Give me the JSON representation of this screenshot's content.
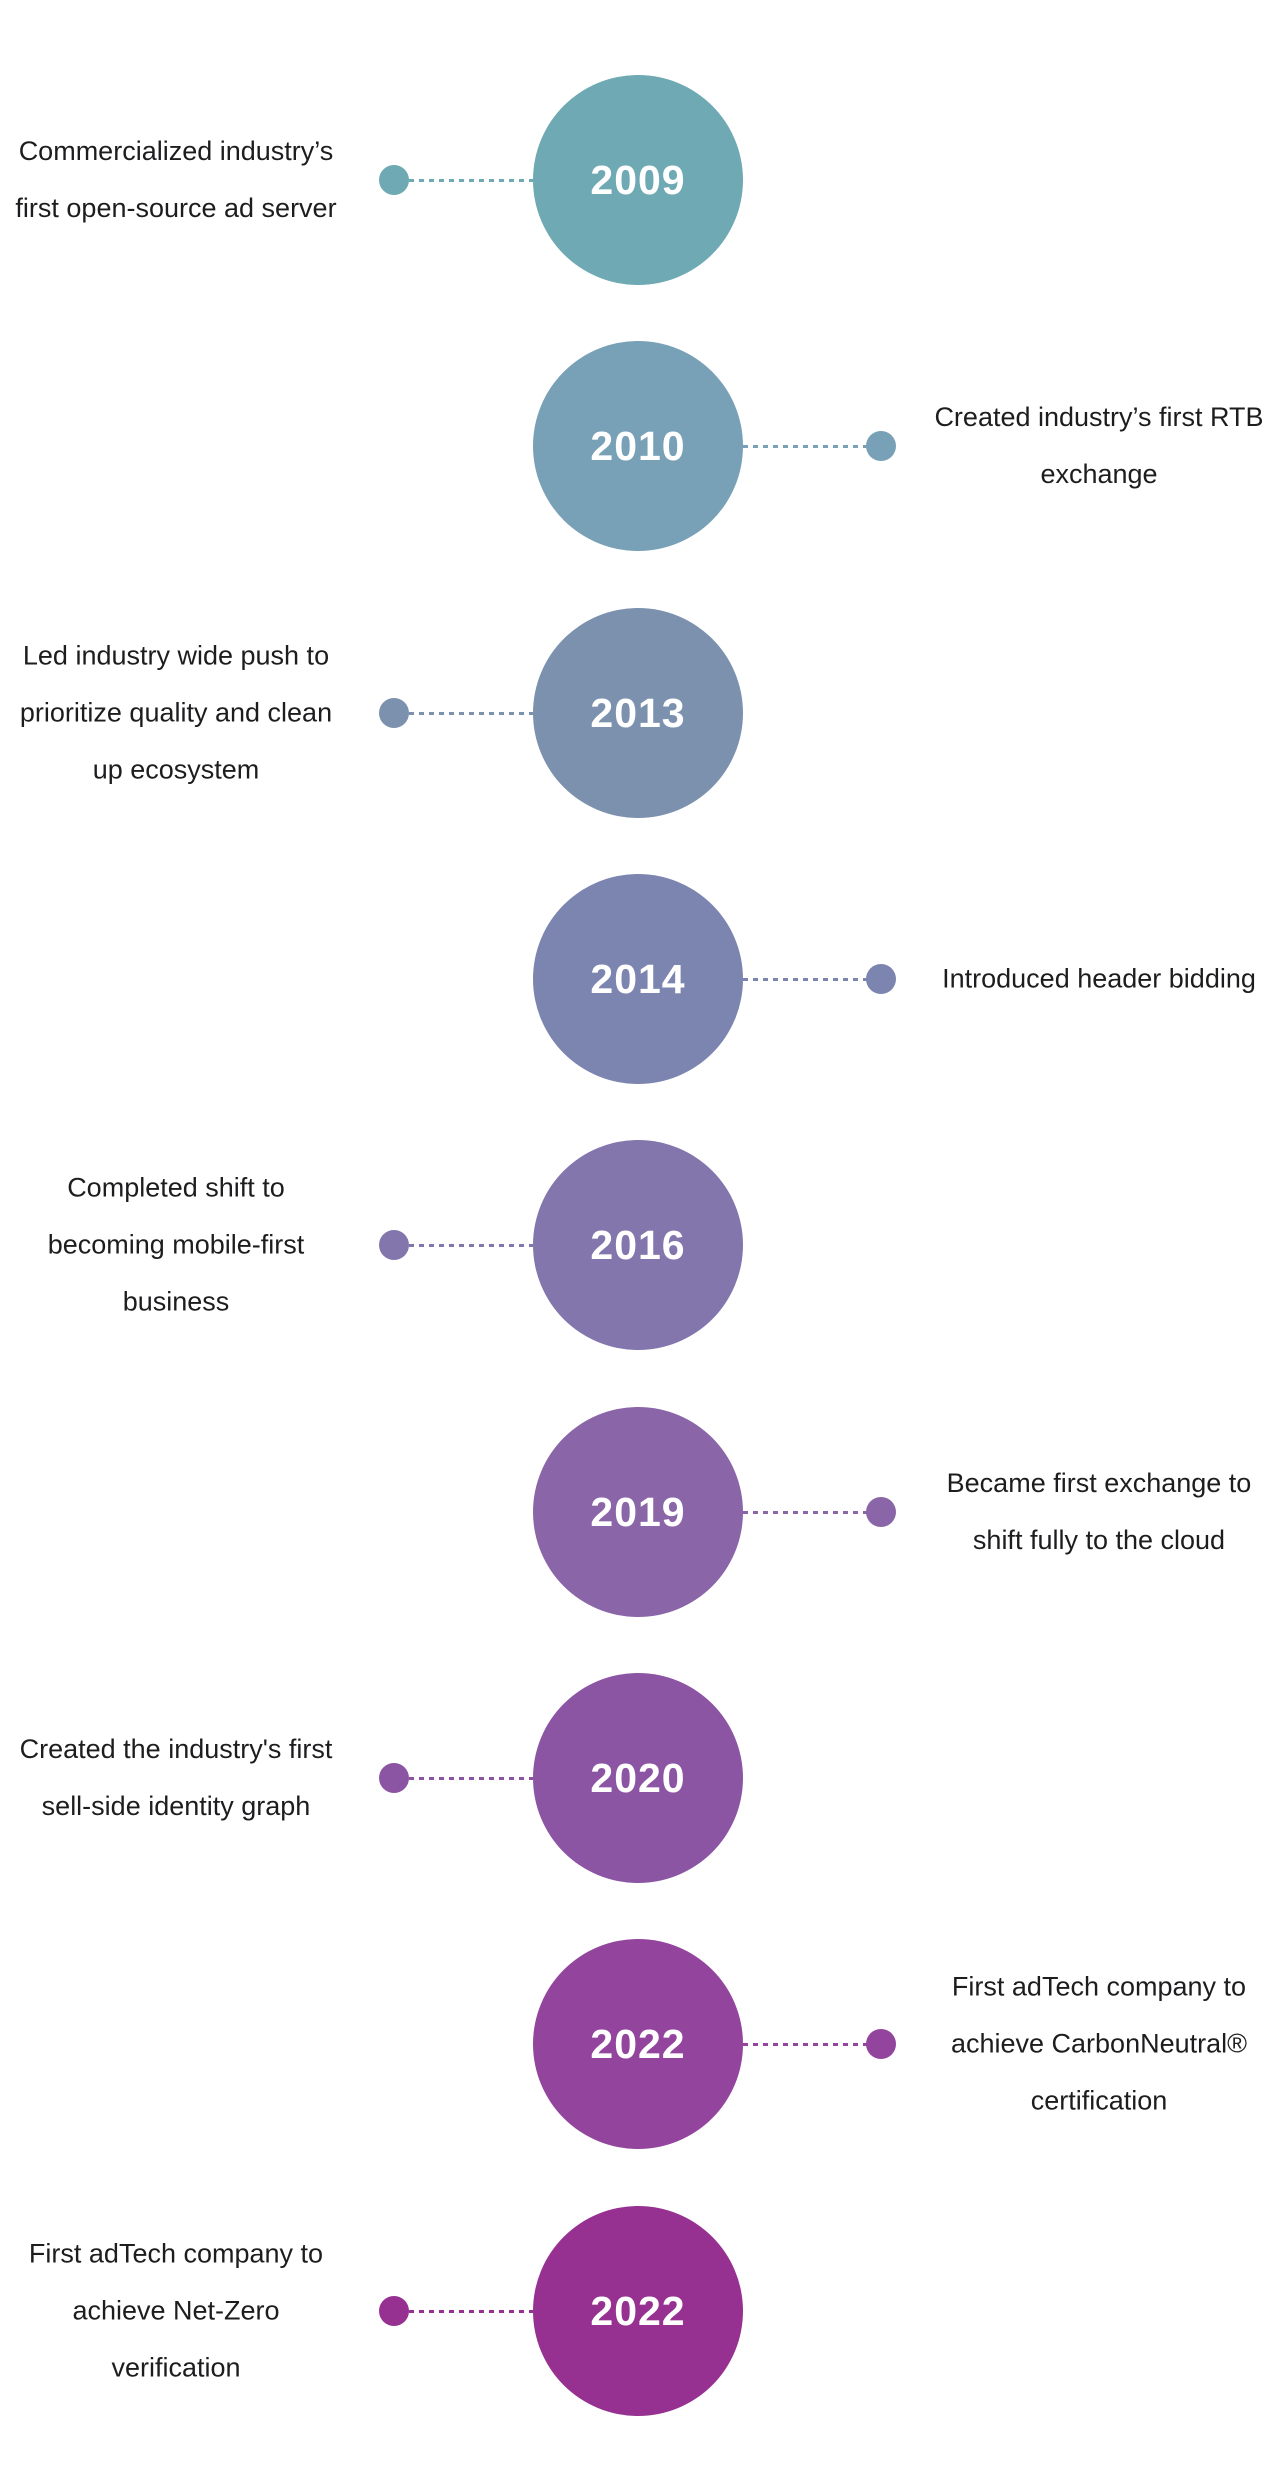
{
  "page": {
    "background": "#ffffff",
    "label_color": "#1d1d1f",
    "year_text_color": "#ffffff"
  },
  "timeline": {
    "items": [
      {
        "year": "2009",
        "side": "left",
        "color": "#6FA9B3",
        "label": "Commercialized industry’s\nfirst open-source ad server"
      },
      {
        "year": "2010",
        "side": "right",
        "color": "#78A0B6",
        "label": "Created industry’s first RTB\nexchange"
      },
      {
        "year": "2013",
        "side": "left",
        "color": "#7B91AE",
        "label": "Led industry wide push to\nprioritize quality and clean\nup ecosystem"
      },
      {
        "year": "2014",
        "side": "right",
        "color": "#7C85AF",
        "label": "Introduced header bidding"
      },
      {
        "year": "2016",
        "side": "left",
        "color": "#8376AD",
        "label": "Completed shift to\nbecoming mobile-first\nbusiness"
      },
      {
        "year": "2019",
        "side": "right",
        "color": "#8A66A8",
        "label": "Became first exchange to\nshift fully to the cloud"
      },
      {
        "year": "2020",
        "side": "left",
        "color": "#8C55A4",
        "label": "Created the industry's first\nsell-side identity graph"
      },
      {
        "year": "2022",
        "side": "right",
        "color": "#93459D",
        "label": "First adTech company to\nachieve CarbonNeutral®\ncertification"
      },
      {
        "year": "2022",
        "side": "left",
        "color": "#963192",
        "label": "First adTech company to\nachieve Net-Zero\nverification"
      }
    ]
  }
}
